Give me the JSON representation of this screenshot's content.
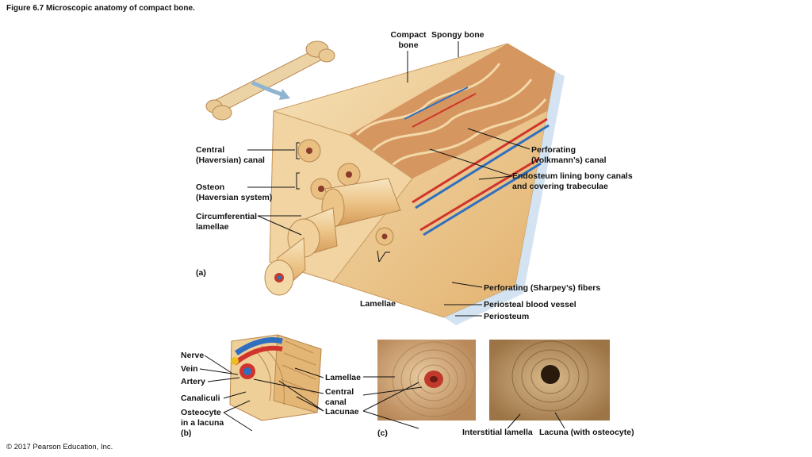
{
  "figure_title": "Figure 6.7 Microscopic anatomy of compact bone.",
  "copyright": "© 2017 Pearson Education, Inc.",
  "panel_a": {
    "label": "(a)",
    "compact_bone": [
      "Compact",
      "bone"
    ],
    "spongy_bone": "Spongy bone",
    "central_canal": [
      "Central",
      "(Haversian) canal"
    ],
    "osteon": [
      "Osteon",
      "(Haversian system)"
    ],
    "circumferential_lamellae": [
      "Circumferential",
      "lamellae"
    ],
    "lamellae": "Lamellae",
    "perforating_canal": [
      "Perforating",
      "(Volkmann’s) canal"
    ],
    "endosteum": [
      "Endosteum lining bony canals",
      "and covering trabeculae"
    ],
    "sharpeys_fibers": "Perforating (Sharpey’s) fibers",
    "periosteal_vessel": "Periosteal blood vessel",
    "periosteum": "Periosteum"
  },
  "panel_b": {
    "label": "(b)",
    "nerve": "Nerve",
    "vein": "Vein",
    "artery": "Artery",
    "canaliculi": "Canaliculi",
    "osteocyte": [
      "Osteocyte",
      "in a lacuna"
    ],
    "lamellae": "Lamellae",
    "central_canal": [
      "Central",
      "canal"
    ],
    "lacunae": "Lacunae"
  },
  "panel_c": {
    "label": "(c)",
    "interstitial_lamella": "Interstitial lamella",
    "lacuna": "Lacuna (with osteocyte)"
  },
  "colors": {
    "bone_light": "#f3d9a8",
    "bone_mid": "#e9b979",
    "bone_dark": "#c98a45",
    "artery": "#d0342c",
    "vein": "#2f6fc0",
    "nerve": "#e8c020",
    "periosteum": "#cfe0f0"
  }
}
